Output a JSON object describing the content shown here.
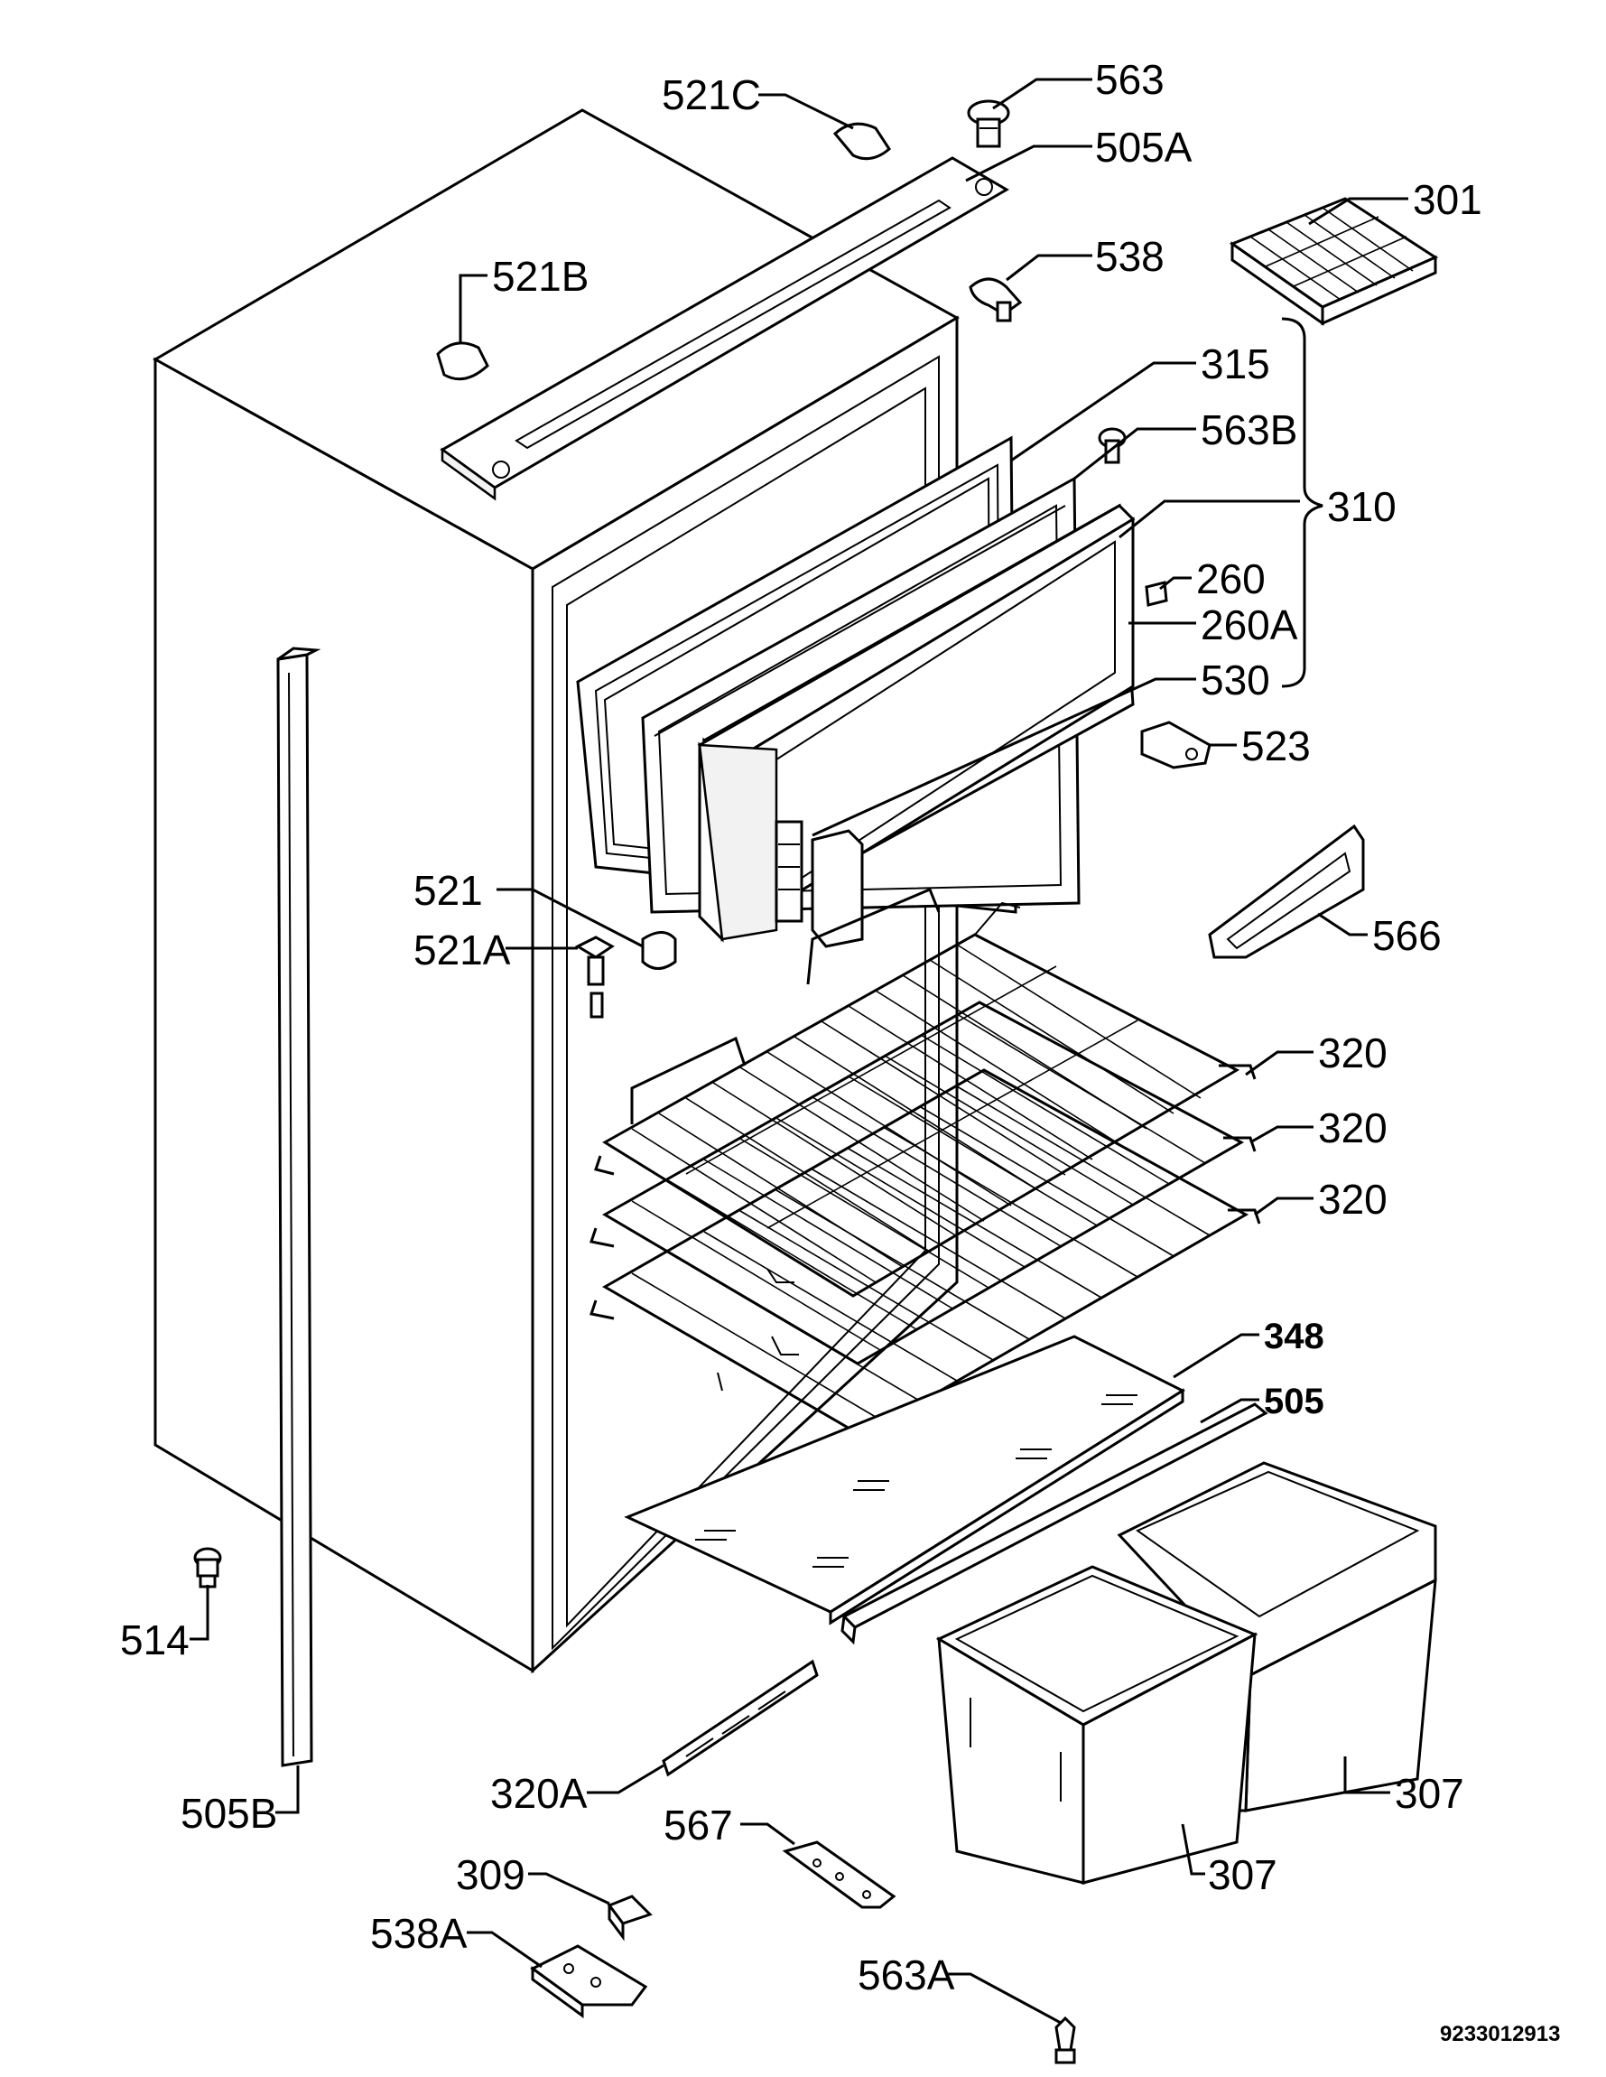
{
  "labels": {
    "l521c": "521C",
    "l563": "563",
    "l505a": "505A",
    "l301": "301",
    "l521b": "521B",
    "l538": "538",
    "l315": "315",
    "l563b": "563B",
    "l310": "310",
    "l260": "260",
    "l260a": "260A",
    "l530": "530",
    "l523": "523",
    "l521": "521",
    "l521a": "521A",
    "l566": "566",
    "l320_1": "320",
    "l320_2": "320",
    "l320_3": "320",
    "l348": "348",
    "l505": "505",
    "l514": "514",
    "l505b": "505B",
    "l320a": "320A",
    "l307_1": "307",
    "l307_2": "307",
    "l567": "567",
    "l309": "309",
    "l538a": "538A",
    "l563a": "563A"
  },
  "document_number": "9233012913"
}
